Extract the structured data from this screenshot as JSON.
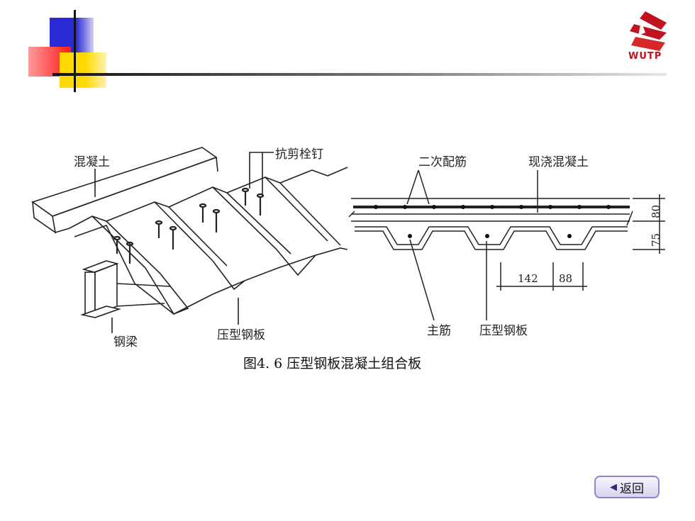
{
  "logo": {
    "text": "WUTP"
  },
  "labels": {
    "concrete": "混凝土",
    "shear_stud": "抗剪栓钉",
    "steel_beam": "钢梁",
    "profiled_sheet_left": "压型钢板",
    "secondary_rebar": "二次配筋",
    "cast_concrete": "现浇混凝土",
    "main_rebar": "主筋",
    "profiled_sheet_right": "压型钢板"
  },
  "dimensions": {
    "w1": "142",
    "w2": "88",
    "h1": "80",
    "h2": "75"
  },
  "caption": "图4. 6  压型钢板混凝土组合板",
  "back_button": {
    "label": "返回"
  },
  "colors": {
    "blue": "#2a2ad4",
    "red": "#ff1a1a",
    "yellow": "#ffd800",
    "logo_red": "#c1121f"
  }
}
